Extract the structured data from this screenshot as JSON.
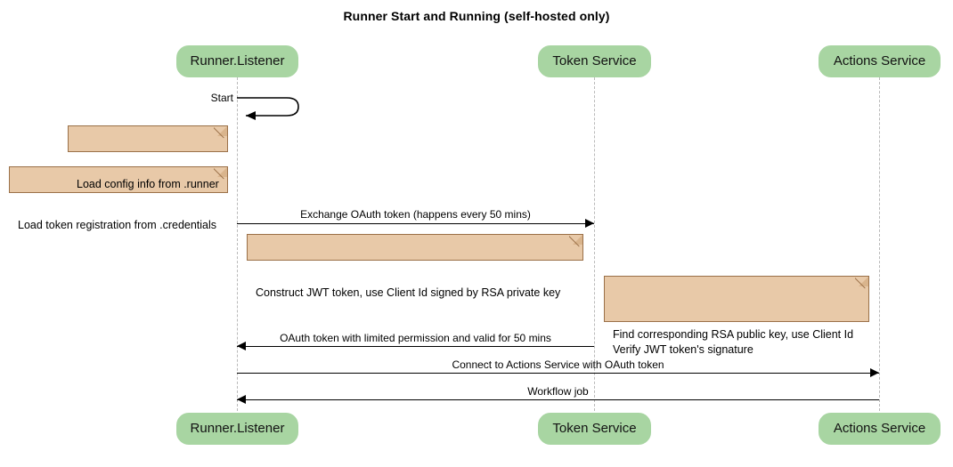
{
  "diagram": {
    "type": "sequence",
    "title": "Runner Start and Running (self-hosted only)",
    "colors": {
      "participant_fill": "#a8d5a2",
      "note_fill": "#e8c9a8",
      "note_border": "#9a7048",
      "lifeline": "#b9b9b9",
      "line": "#000000"
    }
  },
  "participants": [
    {
      "id": "runner",
      "label": "Runner.Listener"
    },
    {
      "id": "token",
      "label": "Token Service"
    },
    {
      "id": "actions",
      "label": "Actions Service"
    }
  ],
  "messages": [
    {
      "id": "m1",
      "label": "Start",
      "from": "runner",
      "to": "runner",
      "kind": "self",
      "arrow": "solid-filled"
    },
    {
      "id": "m2",
      "label": "Exchange OAuth token (happens every 50 mins)",
      "from": "runner",
      "to": "token",
      "kind": "sync",
      "arrow": "solid-filled",
      "direction": "right"
    },
    {
      "id": "m3",
      "label": "OAuth token with limited permission and valid for 50 mins",
      "from": "token",
      "to": "runner",
      "kind": "sync",
      "arrow": "solid-filled",
      "direction": "left"
    },
    {
      "id": "m4",
      "label": "Connect to Actions Service with OAuth token",
      "from": "runner",
      "to": "actions",
      "kind": "sync",
      "arrow": "solid-filled",
      "direction": "right"
    },
    {
      "id": "m5",
      "label": "Workflow job",
      "from": "actions",
      "to": "runner",
      "kind": "sync",
      "arrow": "solid-filled",
      "direction": "left"
    }
  ],
  "notes": [
    {
      "id": "n1",
      "text": "Load config info from .runner",
      "attached_to": "runner"
    },
    {
      "id": "n2",
      "text": "Load token registration from .credentials",
      "attached_to": "runner"
    },
    {
      "id": "n3",
      "text": "Construct JWT token, use Client Id signed by RSA private key",
      "attached_to": "runner"
    },
    {
      "id": "n4",
      "text": "Find corresponding RSA public key, use Client Id\nVerify JWT token's signature",
      "attached_to": "token"
    }
  ]
}
